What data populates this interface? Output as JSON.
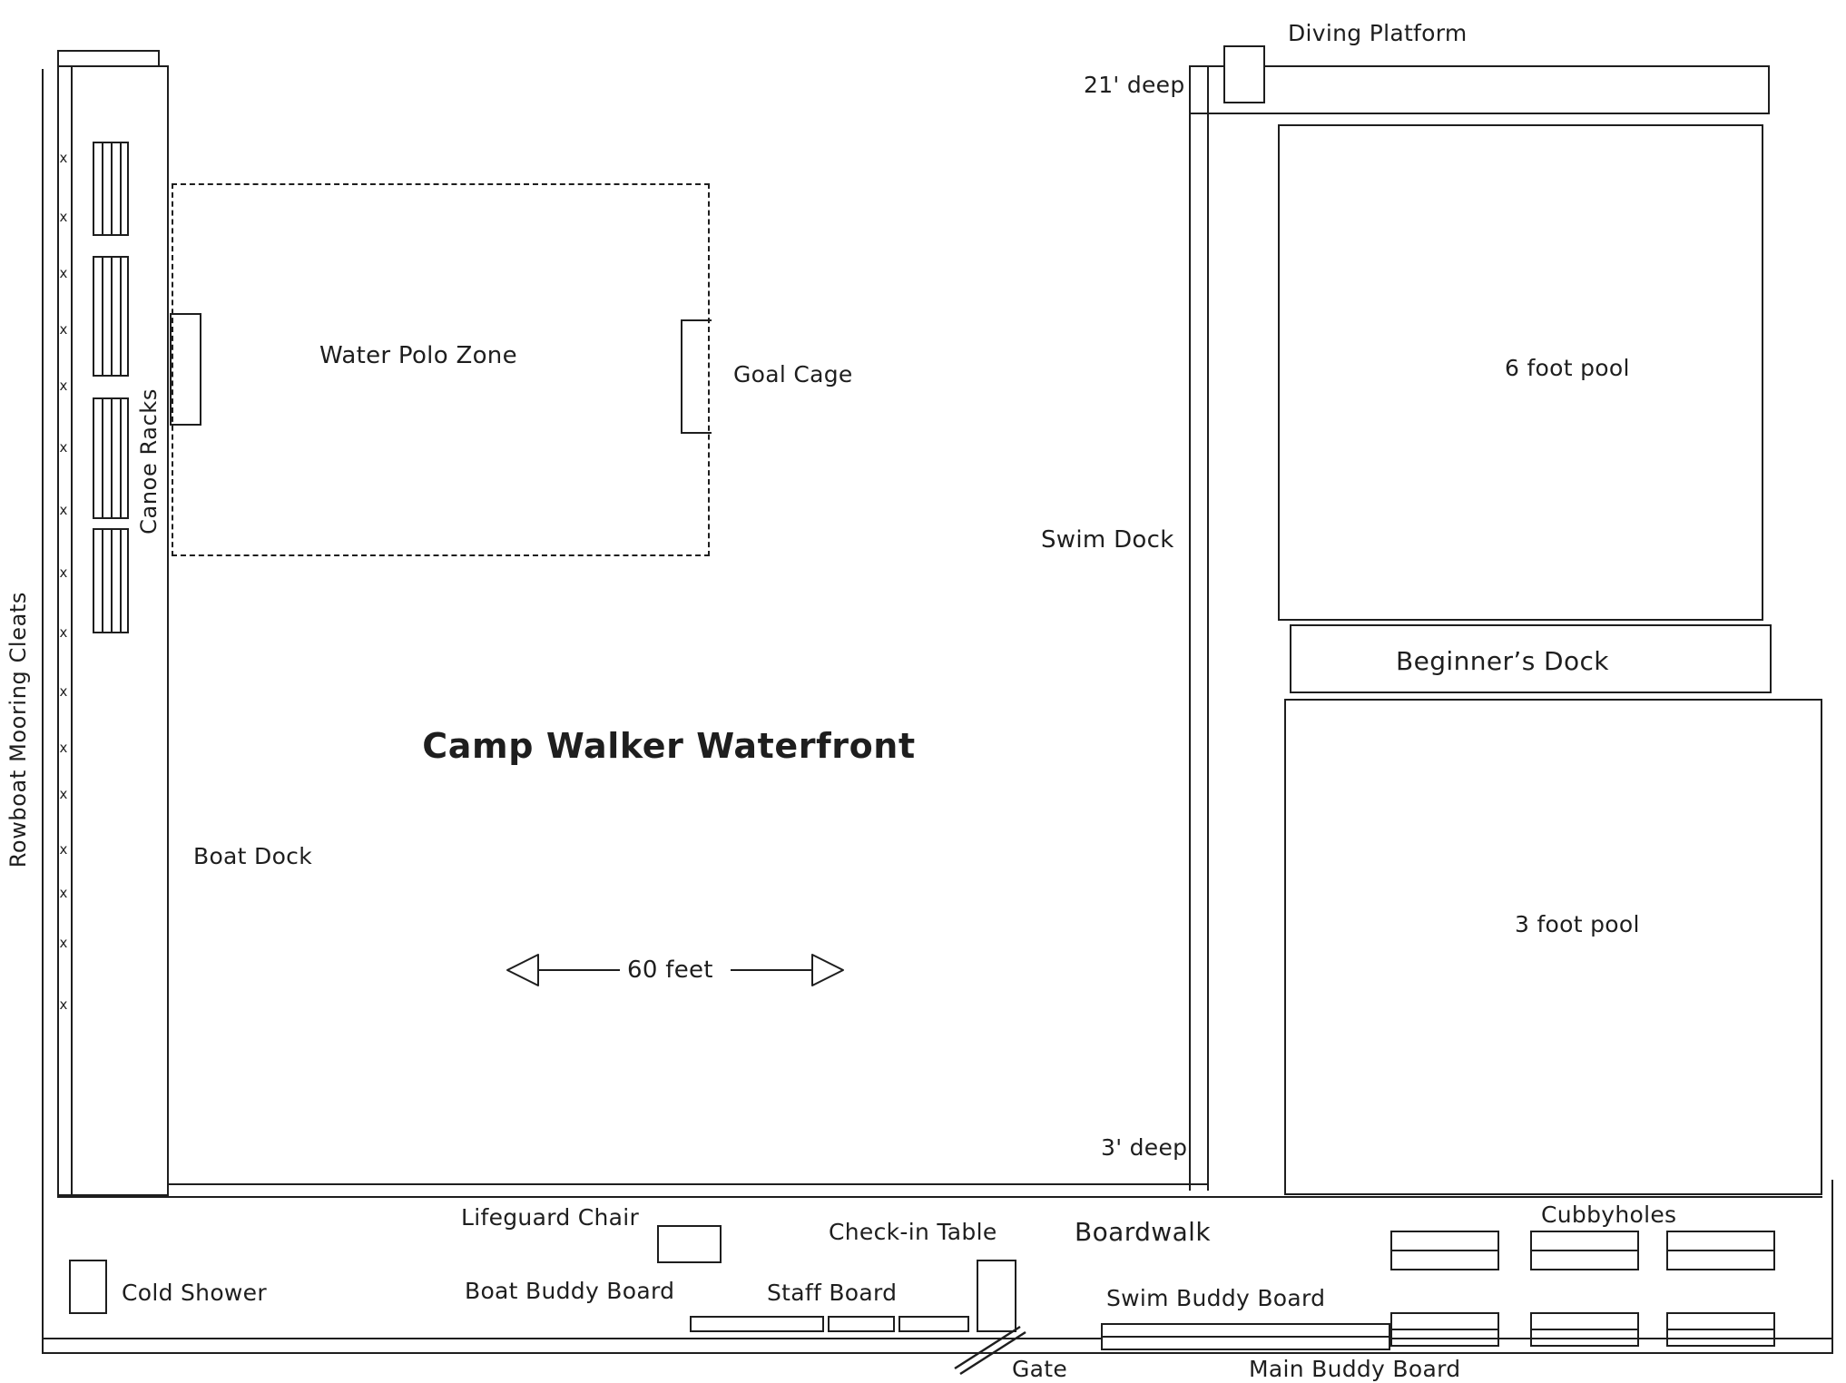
{
  "diagram": {
    "title": "Camp Walker Waterfront",
    "ink_color": "#1e1e1e",
    "paper_color": "#ffffff",
    "left_dock": {
      "mooring_label": "Rowboat Mooring Cleats",
      "canoe_racks_label": "Canoe Racks",
      "boat_dock_label": "Boat Dock",
      "cleat_glyph": "x"
    },
    "water_polo": {
      "zone_label": "Water Polo Zone",
      "goal_label": "Goal Cage"
    },
    "scale": {
      "label": "60 feet"
    },
    "swim_area": {
      "swim_dock_label": "Swim Dock",
      "deep_label": "21' deep",
      "shallow_label": "3' deep",
      "diving_platform_label": "Diving Platform",
      "pool_6ft_label": "6 foot pool",
      "beginners_dock_label": "Beginner’s Dock",
      "pool_3ft_label": "3 foot pool"
    },
    "boardwalk": {
      "label": "Boardwalk",
      "lifeguard_chair": "Lifeguard Chair",
      "cold_shower": "Cold Shower",
      "boat_buddy_board": "Boat Buddy Board",
      "staff_board": "Staff Board",
      "check_in_table": "Check-in Table",
      "gate": "Gate",
      "swim_buddy_board": "Swim Buddy Board",
      "main_buddy_board": "Main Buddy Board",
      "cubbyholes": "Cubbyholes"
    }
  }
}
